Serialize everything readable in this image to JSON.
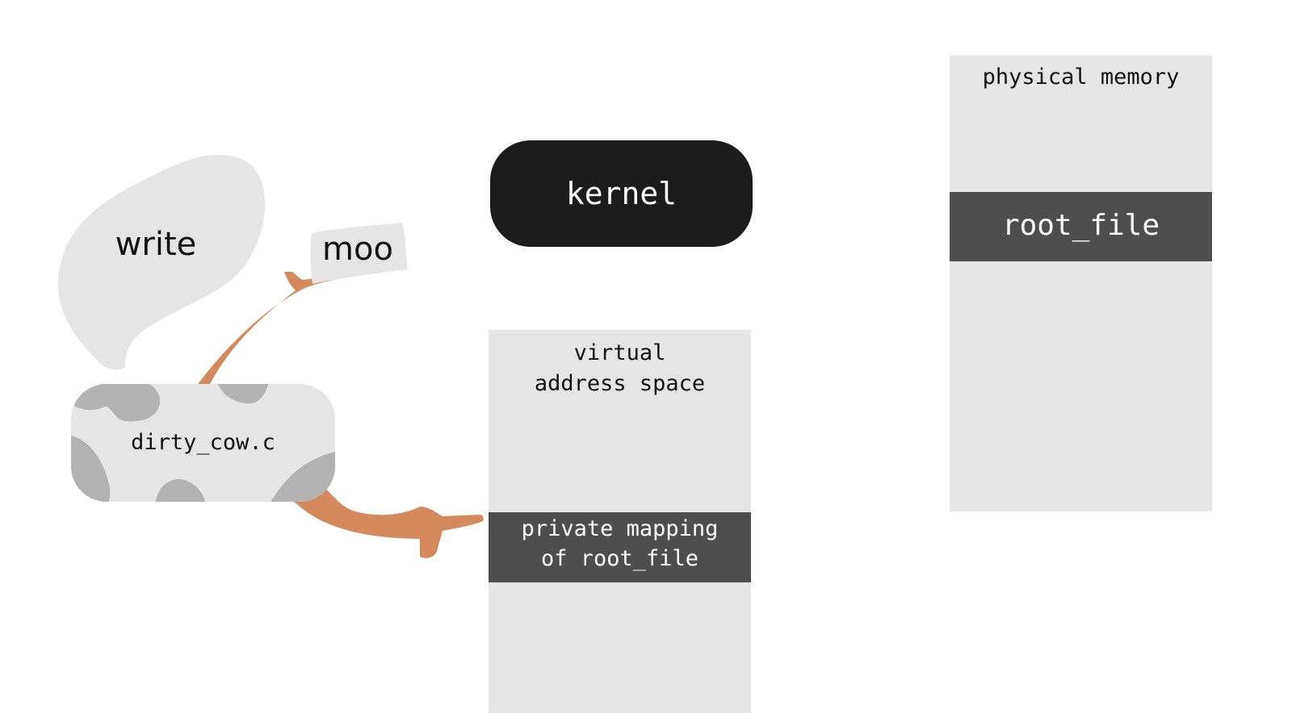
{
  "speech": {
    "write_text": "write",
    "moo_text": "moo"
  },
  "program": {
    "name": "dirty_cow.c"
  },
  "kernel": {
    "label": "kernel"
  },
  "virtual_memory": {
    "title_line1": "virtual",
    "title_line2": "address space",
    "mapping_line1": "private mapping",
    "mapping_line2": "of root_file"
  },
  "physical_memory": {
    "title": "physical memory",
    "file_label": "root_file"
  },
  "colors": {
    "panel": "#e5e5e5",
    "dark_block": "#4e4e4e",
    "kernel": "#1c1c1c",
    "cow_spots": "#b2b2b2",
    "arm": "#d48a5c"
  }
}
